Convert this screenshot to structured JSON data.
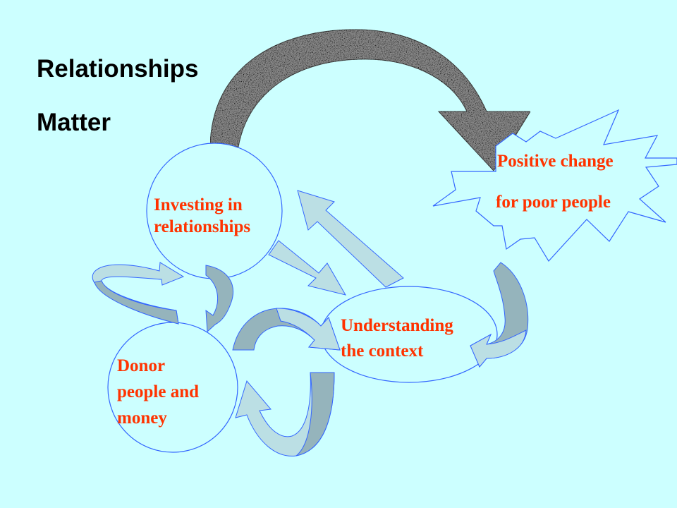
{
  "title": {
    "line1": "Relationships",
    "line2": "Matter"
  },
  "nodes": {
    "investing": {
      "line1": "Investing in",
      "line2": "relationships"
    },
    "understanding": {
      "line1": "Understanding",
      "line2": "the context"
    },
    "donor": {
      "line1": "Donor",
      "line2": "people and",
      "line3": "money"
    },
    "positive": {
      "line1": "Positive change",
      "line2": "for poor people"
    }
  },
  "colors": {
    "background": "#ccffff",
    "label": "#ff3300",
    "arrow_fill_light": "#bbdfe4",
    "arrow_fill_dark": "#95b4bc",
    "arrow_stroke": "#3366ff",
    "big_arrow": "#888888"
  }
}
